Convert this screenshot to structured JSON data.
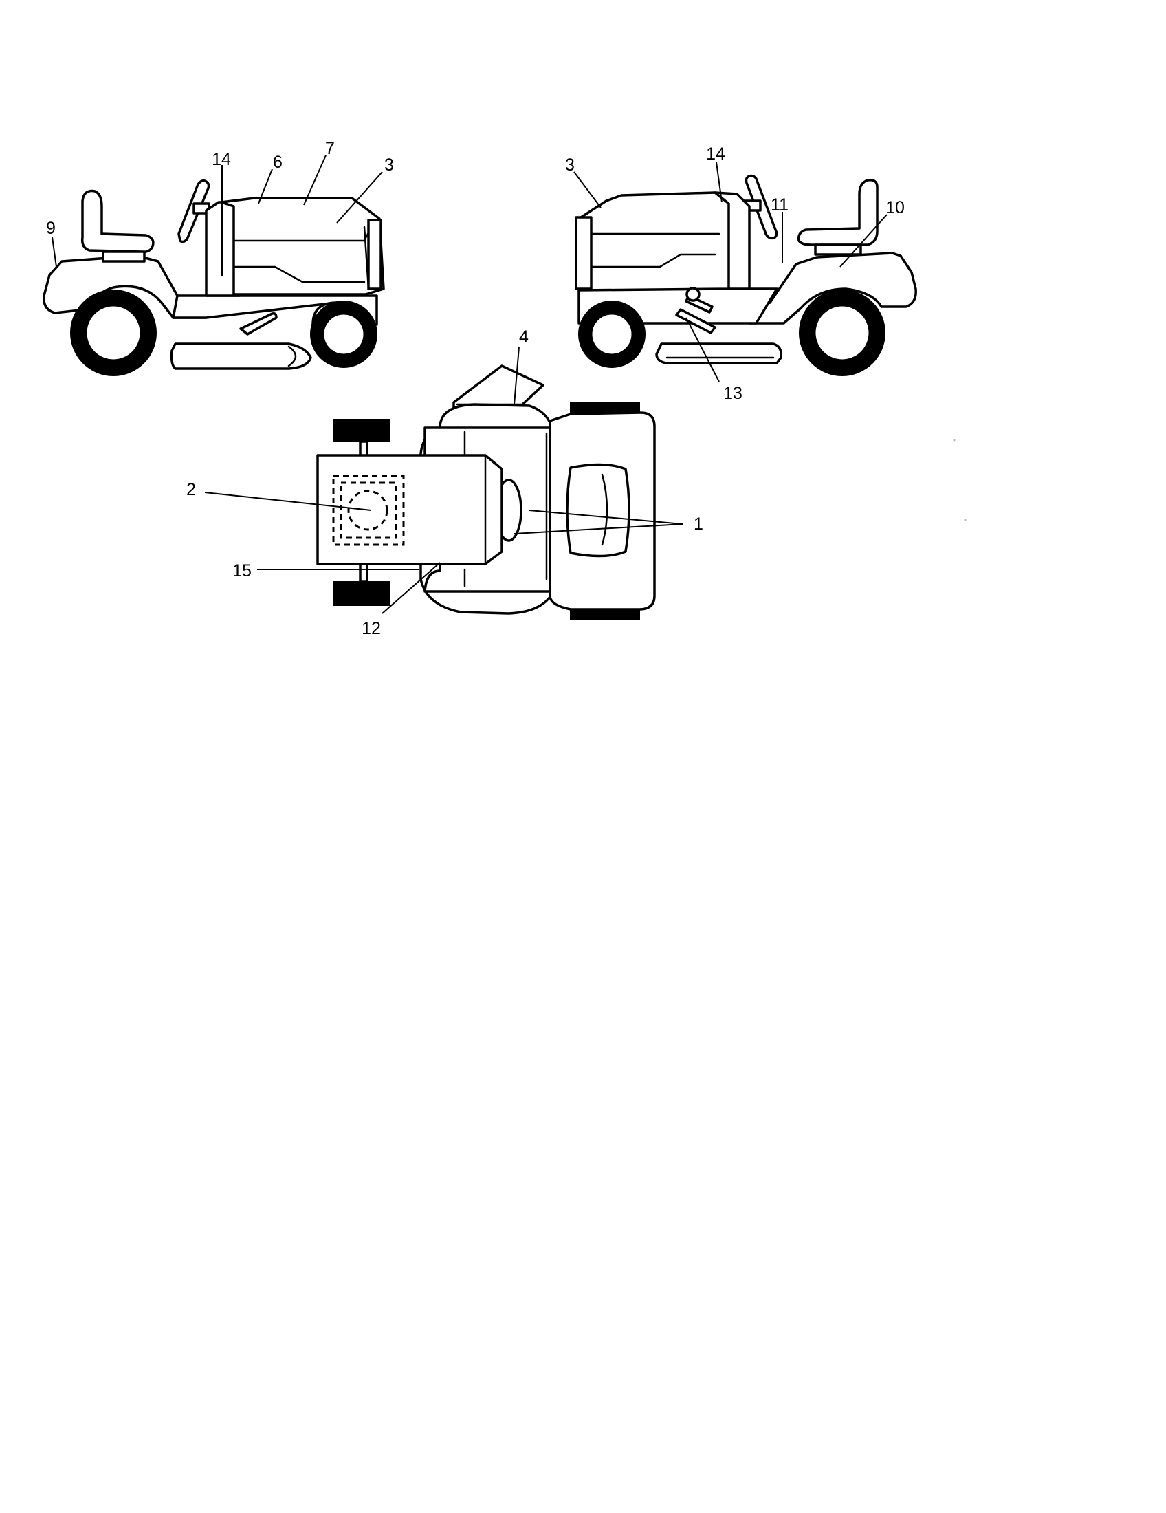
{
  "callouts": {
    "left_view": [
      "14",
      "6",
      "7",
      "3",
      "9"
    ],
    "right_view": [
      "3",
      "14",
      "11",
      "10",
      "13"
    ],
    "top_view": [
      "4",
      "2",
      "1",
      "15",
      "12"
    ]
  }
}
